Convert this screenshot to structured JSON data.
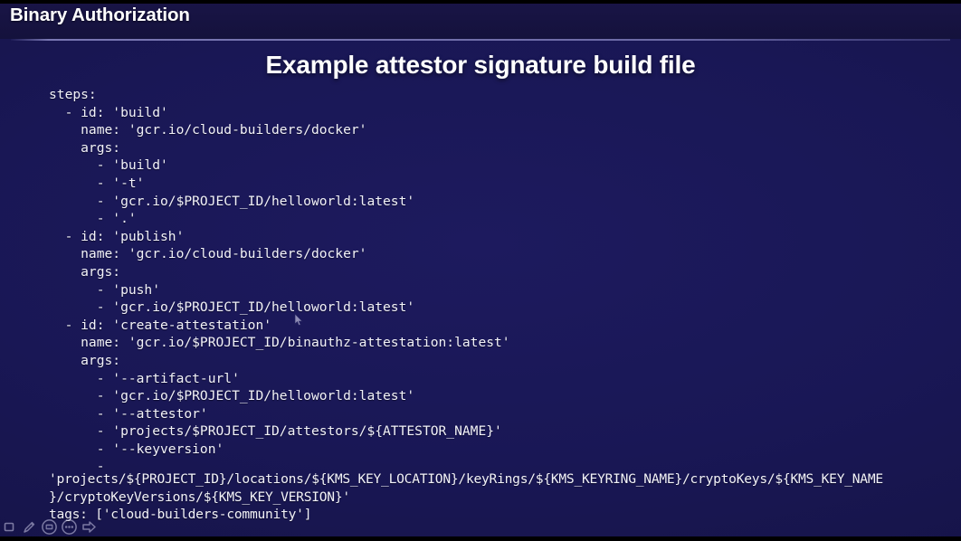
{
  "header": {
    "title": "Binary Authorization"
  },
  "slide": {
    "title": "Example attestor signature build file"
  },
  "code": {
    "language": "yaml",
    "lines": [
      "steps:",
      "  - id: 'build'",
      "    name: 'gcr.io/cloud-builders/docker'",
      "    args:",
      "      - 'build'",
      "      - '-t'",
      "      - 'gcr.io/$PROJECT_ID/helloworld:latest'",
      "      - '.'",
      "  - id: 'publish'",
      "    name: 'gcr.io/cloud-builders/docker'",
      "    args:",
      "      - 'push'",
      "      - 'gcr.io/$PROJECT_ID/helloworld:latest'",
      "  - id: 'create-attestation'",
      "    name: 'gcr.io/$PROJECT_ID/binauthz-attestation:latest'",
      "    args:",
      "      - '--artifact-url'",
      "      - 'gcr.io/$PROJECT_ID/helloworld:latest'",
      "      - '--attestor'",
      "      - 'projects/$PROJECT_ID/attestors/${ATTESTOR_NAME}'",
      "      - '--keyversion'",
      "      -"
    ],
    "wrapped_lines": [
      "'projects/${PROJECT_ID}/locations/${KMS_KEY_LOCATION}/keyRings/${KMS_KEYRING_NAME}/cryptoKeys/${KMS_KEY_NAME",
      "}/cryptoKeyVersions/${KMS_KEY_VERSION}'",
      "tags: ['cloud-builders-community']"
    ]
  },
  "toolbar": {
    "items": [
      {
        "icon": "pointer-icon",
        "label": "Pointer"
      },
      {
        "icon": "pen-icon",
        "label": "Pen"
      },
      {
        "icon": "slide-icon",
        "label": "Slide"
      },
      {
        "icon": "more-icon",
        "label": "More options"
      },
      {
        "icon": "next-arrow-icon",
        "label": "Next slide"
      }
    ]
  },
  "colors": {
    "background": "#191755",
    "header_band": "#14123c",
    "text": "#f2f2f8",
    "rule": "#8a88c4",
    "letterbox": "#000000"
  }
}
